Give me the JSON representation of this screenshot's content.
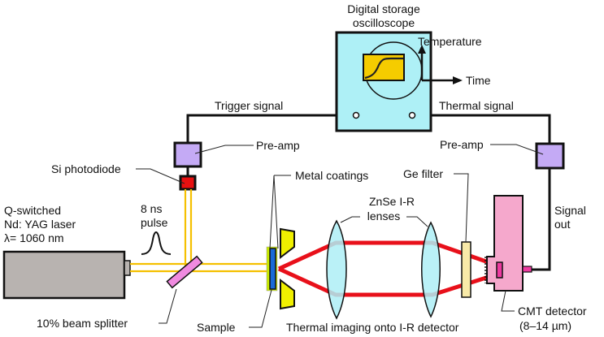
{
  "title": "Laser flash thermal diffusivity measurement setup",
  "colors": {
    "oscilloscope": "#aef0f6",
    "screen": "#f5cc00",
    "preamp": "#c4aaf5",
    "photodiode": "#e81010",
    "laser": "#b8b3b0",
    "beam_yellow": "#f5c000",
    "beam_red": "#e8101a",
    "splitter": "#f08ae0",
    "sample_coating": "#c8e800",
    "sample": "#1a6ad8",
    "holder": "#f0f000",
    "lens": "#aeeef6",
    "ge_filter": "#f8eaa8",
    "detector": "#f5a8cc",
    "detector_element": "#ee3aa0"
  },
  "labels": {
    "oscilloscope_line1": "Digital storage",
    "oscilloscope_line2": "oscilloscope",
    "axis_y": "Temperature",
    "axis_x": "Time",
    "trigger_signal": "Trigger signal",
    "thermal_signal": "Thermal signal",
    "preamp_left": "Pre-amp",
    "preamp_right": "Pre-amp",
    "photodiode": "Si photodiode",
    "laser_line1": "Q-switched",
    "laser_line2": "Nd: YAG laser",
    "laser_line3": "λ= 1060 nm",
    "pulse_line1": "8 ns",
    "pulse_line2": "pulse",
    "metal_coatings": "Metal coatings",
    "ge_filter": "Ge filter",
    "lenses_line1": "ZnSe I-R",
    "lenses_line2": "lenses",
    "signal_out_line1": "Signal",
    "signal_out_line2": "out",
    "beam_splitter": "10% beam splitter",
    "sample": "Sample",
    "thermal_imaging": "Thermal imaging onto I-R detector",
    "detector_line1": "CMT detector",
    "detector_line2": "(8–14 µm)"
  }
}
